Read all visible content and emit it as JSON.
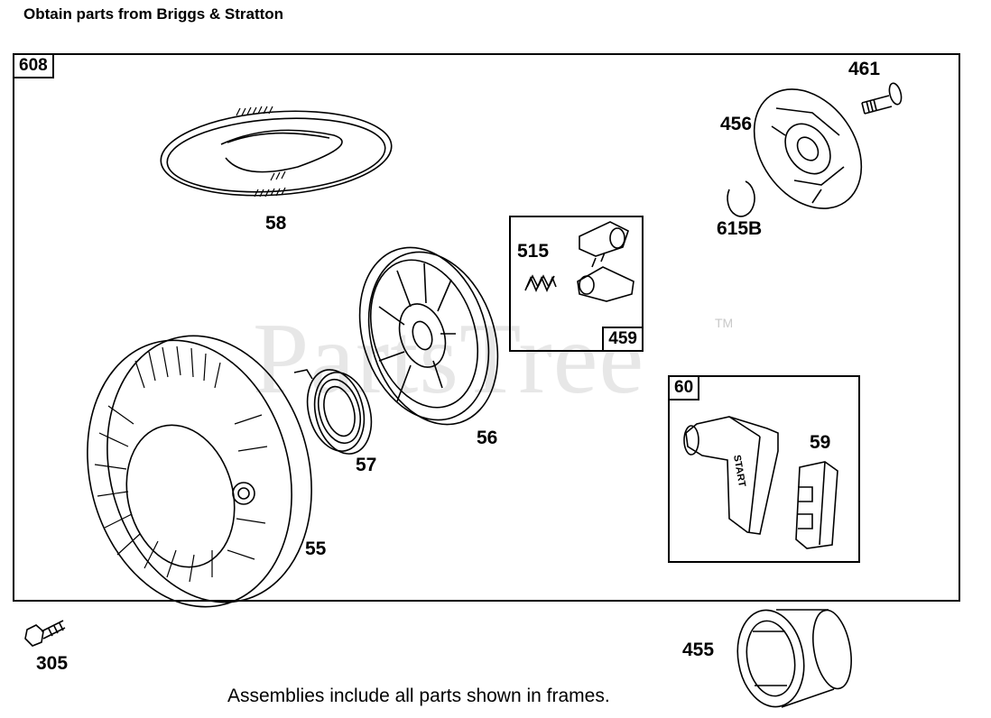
{
  "header": "Obtain parts from Briggs & Stratton",
  "frames": {
    "main": "608",
    "pawl_kit": "459",
    "handle_kit": "60"
  },
  "parts": {
    "p58": "58",
    "p515": "515",
    "p456": "456",
    "p461": "461",
    "p615b": "615B",
    "p56": "56",
    "p57": "57",
    "p55": "55",
    "p59": "59",
    "p305": "305",
    "p455": "455"
  },
  "handle_text": "START",
  "watermark": "PartsTree",
  "trademark": "TM",
  "footer": "Assemblies include all parts shown in frames."
}
